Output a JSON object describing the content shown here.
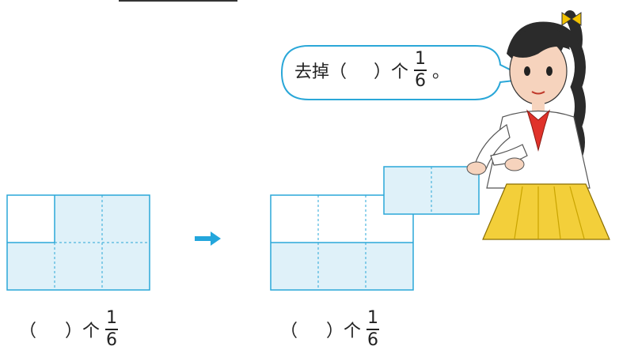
{
  "bubble": {
    "prefix": "去掉（",
    "middle": "）个",
    "frac_num": "1",
    "frac_den": "6",
    "suffix": "。"
  },
  "left_label": {
    "open": "（",
    "close": "）个",
    "frac_num": "1",
    "frac_den": "6"
  },
  "right_label": {
    "open": "（",
    "close": "）个",
    "frac_num": "1",
    "frac_den": "6"
  },
  "colors": {
    "grid_line": "#2aa7d8",
    "cell_fill": "#dff1f9",
    "arrow": "#23a6dc",
    "bubble_stroke": "#2aa7d8"
  }
}
